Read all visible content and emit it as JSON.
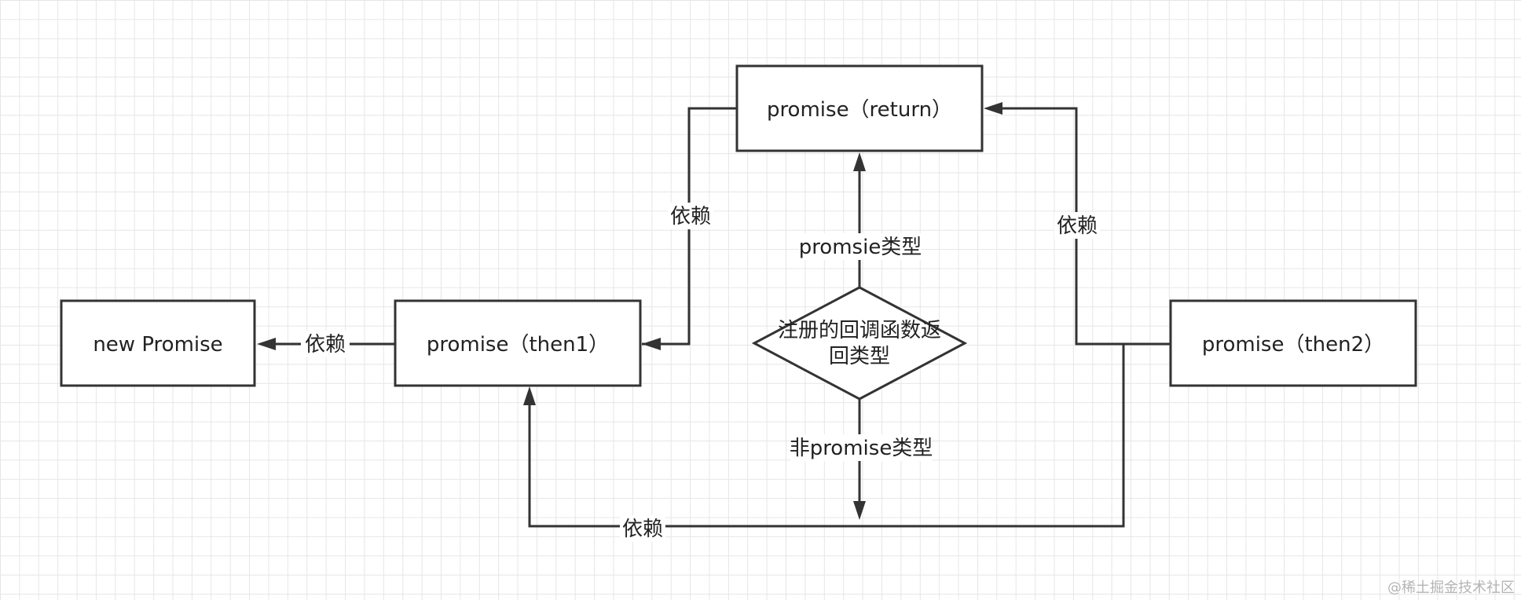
{
  "nodes": {
    "new_promise": "new Promise",
    "promise_then1": "promise（then1）",
    "promise_return": "promise（return）",
    "promise_then2": "promise（then2）",
    "decision_line1": "注册的回调函数返",
    "decision_line2": "回类型"
  },
  "edges": {
    "then1_to_new": "依赖",
    "then1_to_return": "依赖",
    "then2_to_return": "依赖",
    "then2_to_then1": "依赖",
    "decision_promise": "promsie类型",
    "decision_non_promise": "非promise类型"
  },
  "watermark": "@稀土掘金技术社区",
  "colors": {
    "line": "#333333",
    "background": "#ffffff",
    "grid": "#e6e6e6"
  }
}
